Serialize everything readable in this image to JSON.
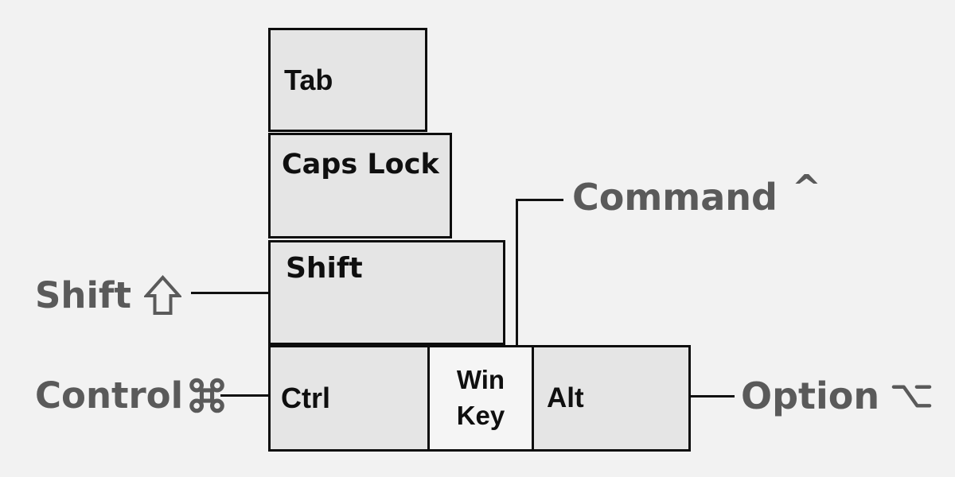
{
  "keys": {
    "tab": {
      "label": "Tab"
    },
    "caps": {
      "label": "Caps Lock"
    },
    "shift": {
      "label": "Shift"
    },
    "ctrl": {
      "label": "Ctrl"
    },
    "win": {
      "label": "Win Key"
    },
    "alt": {
      "label": "Alt"
    }
  },
  "annotations": {
    "shift": {
      "label": "Shift",
      "symbol": "⇧"
    },
    "control": {
      "label": "Control",
      "symbol": "⌘"
    },
    "command": {
      "label": "Command",
      "symbol": "^"
    },
    "option": {
      "label": "Option",
      "symbol": "⌥"
    }
  },
  "icons": {
    "shift_arrow": "shift-arrow-icon",
    "command": "command-icon",
    "option": "option-icon"
  },
  "colors": {
    "background": "#f2f2f2",
    "key_fill": "#e5e5e5",
    "win_key_fill": "#f5f5f5",
    "key_border": "#0d0d0d",
    "key_text": "#0f0f0f",
    "annotation_text": "#5a5a5a",
    "connector_line": "#111111"
  }
}
